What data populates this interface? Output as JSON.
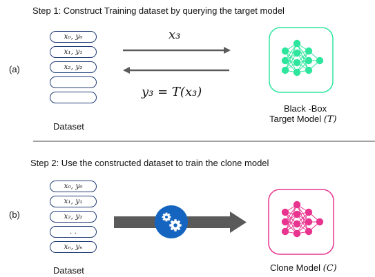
{
  "step1": {
    "title": "Step 1: Construct Training dataset by querying the target model",
    "panel_label": "(a)",
    "dataset_label": "Dataset",
    "dataset_entries": [
      "x₀, y₀",
      "x₁, y₁",
      "x₂, y₂",
      "",
      ""
    ],
    "query_arrow_label": "x₃",
    "response_arrow_label": "y₃ = T(x₃)",
    "target_label_line1": "Black -Box",
    "target_label_line2": "Target Model",
    "target_symbol": "(T)",
    "target_color": "#2ee59d"
  },
  "step2": {
    "title": "Step 2: Use the constructed dataset to train the clone model",
    "panel_label": "(b)",
    "dataset_label": "Dataset",
    "dataset_entries": [
      "x₀, y₀",
      "x₁, y₁",
      "x₂, y₂",
      ". .",
      "xₙ, yₙ"
    ],
    "clone_label": "Clone Model",
    "clone_symbol": "(C)",
    "clone_color": "#e8338f",
    "gear_color": "#1565c0"
  }
}
